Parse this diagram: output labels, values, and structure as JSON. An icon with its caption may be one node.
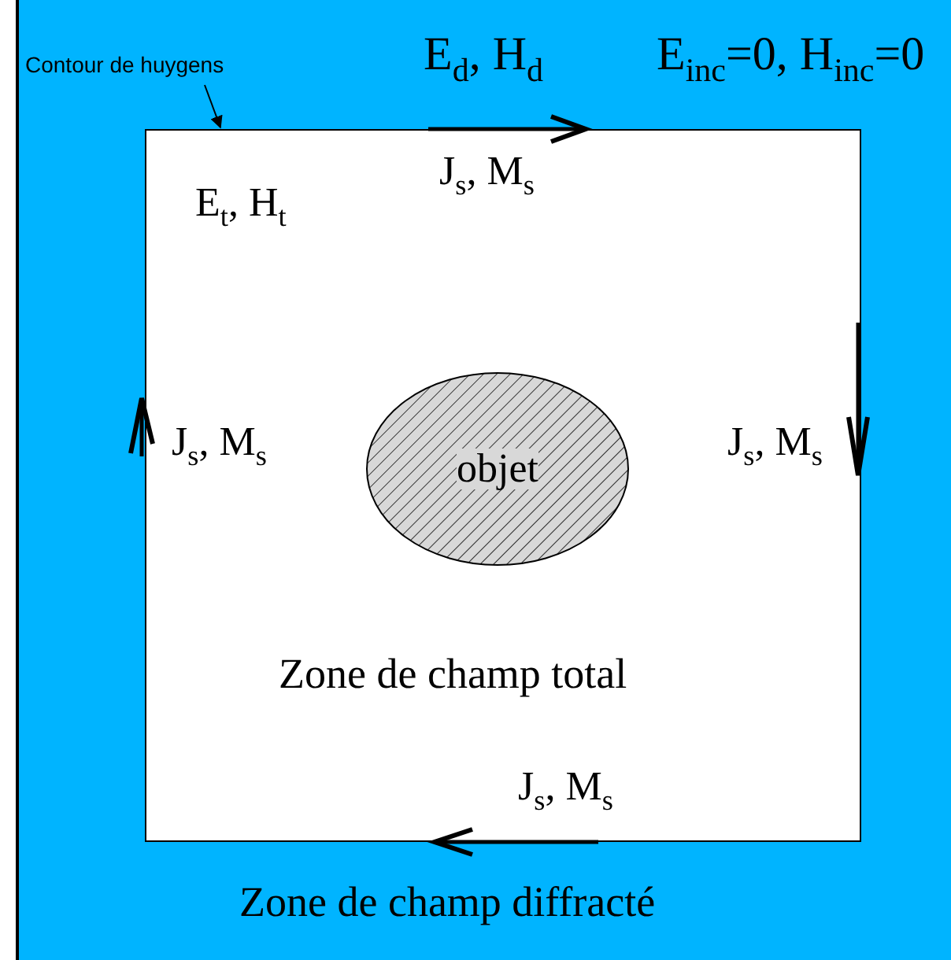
{
  "diagram": {
    "nodes": [
      {
        "text": [
          "E$_{d}$, H$_{d}$",
          "E$_{inc}$=0, H$_{inc}$=0",
          "Zone de champ diffracté"
        ]
      },
      {
        "text": [
          "Contour de huygens"
        ],
        "in": 0
      },
      {
        "text": [
          "E$_{t}$, H$_{t}$",
          "J$_{s}$, M$_{s}$",
          "J$_{s}$, M$_{s}$",
          "J$_{s}$, M$_{s}$",
          "Zone de champ total",
          "J$_{s}$, M$_{s}$"
        ],
        "in": 0
      },
      {
        "text": [
          "objet"
        ],
        "in": 2
      }
    ],
    "edges": [
      {
        "from": 1,
        "to": 2,
        "arrow": "to"
      }
    ]
  }
}
